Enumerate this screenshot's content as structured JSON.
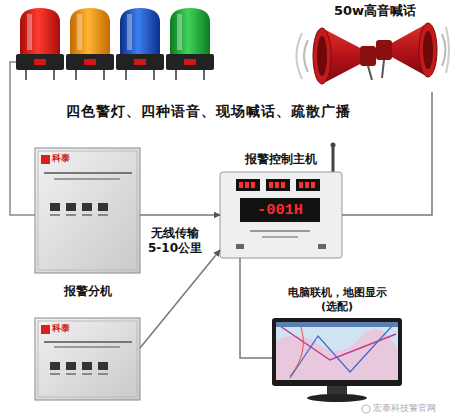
{
  "diagram": {
    "nodes": [
      {
        "text": [
          "50w高音喊话"
        ]
      },
      {
        "text": [
          "报警分机",
          "科泰"
        ]
      },
      {
        "text": [
          "科泰"
        ]
      },
      {
        "text": [
          "报警控制主机",
          "-001H"
        ]
      },
      {
        "text": [
          "电脑联机，地图显示 (选配)"
        ]
      }
    ],
    "edges": [
      {
        "from": 1,
        "to": 3,
        "arrow": "to"
      },
      {
        "from": 2,
        "to": 3,
        "arrow": "to"
      },
      {
        "from": 3,
        "to": 0,
        "arrow": "none"
      },
      {
        "from": 3,
        "to": 4,
        "arrow": "none"
      }
    ],
    "labels": [
      "四色警灯、四种语音、现场喊话、疏散广播",
      "无线传输 5-10公里",
      "宏泰科技警官网"
    ]
  }
}
